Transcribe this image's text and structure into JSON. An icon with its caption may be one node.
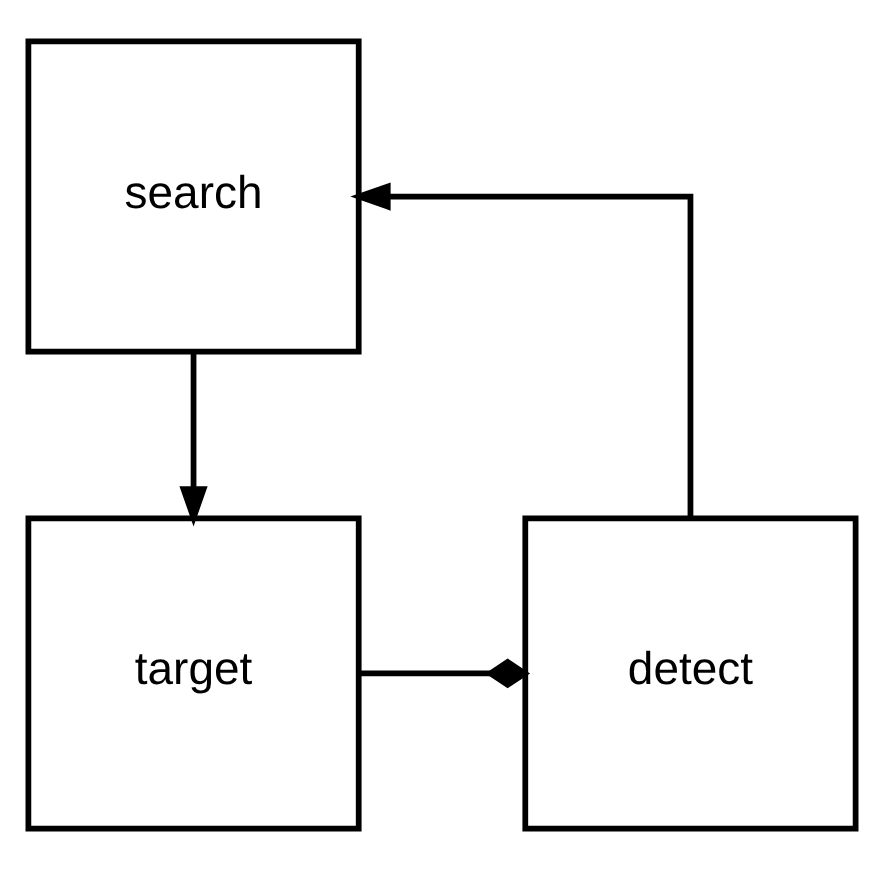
{
  "diagram": {
    "nodes": [
      {
        "text": [
          "search"
        ]
      },
      {
        "text": [
          "target"
        ]
      },
      {
        "text": [
          "detect"
        ]
      }
    ],
    "edges": [
      {
        "from": 0,
        "to": 1,
        "arrow": "to"
      },
      {
        "from": 1,
        "to": 2,
        "arrow": "other"
      },
      {
        "from": 2,
        "to": 0,
        "arrow": "to"
      }
    ]
  }
}
